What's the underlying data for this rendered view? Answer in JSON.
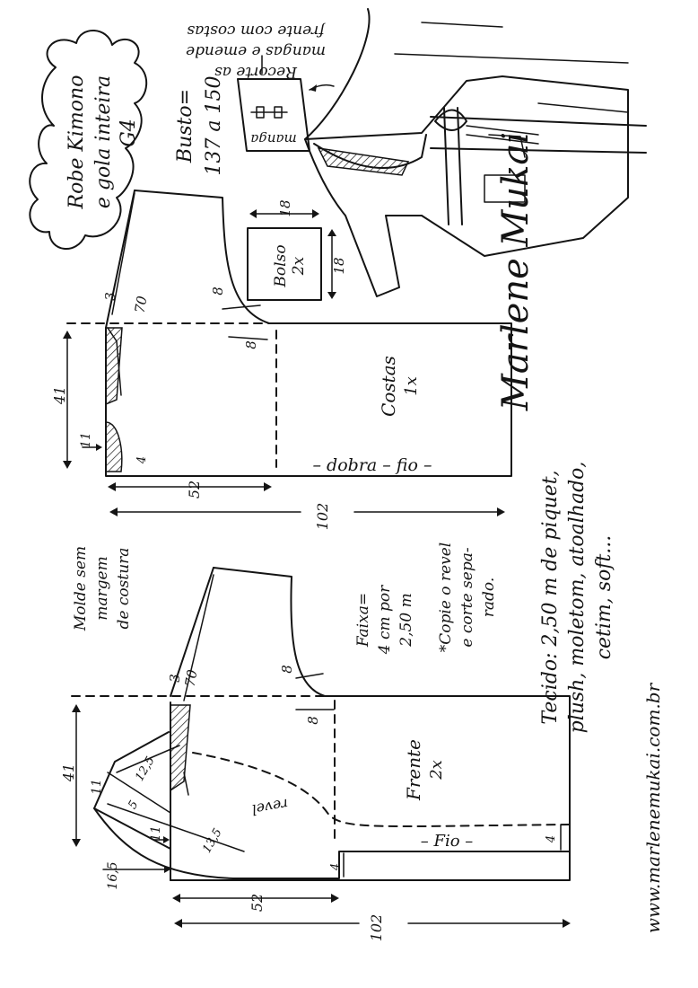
{
  "title": {
    "line1": "Robe Kimono",
    "line2": "e gola inteira",
    "size": "G4"
  },
  "busto": {
    "label": "Busto=",
    "value": "137 a 150"
  },
  "sleeve_note": {
    "line1": "Recorte as",
    "line2": "mangas e emende",
    "line3": "frente com costas",
    "piece_label": "manga"
  },
  "pocket": {
    "name": "Bolso",
    "qty": "2x",
    "width": "18",
    "height": "18"
  },
  "signature": "Marlene Mukai",
  "costas": {
    "name": "Costas",
    "qty": "1x",
    "fold_label": "– dobra – fio –",
    "m_70": "70",
    "m_3": "3",
    "m_8a": "8",
    "m_8b": "8",
    "m_41": "41",
    "m_11": "11",
    "m_4": "4",
    "m_52": "52",
    "m_102": "102"
  },
  "frente": {
    "name": "Frente",
    "qty": "2x",
    "revel_label": "revel",
    "fio_label": "– Fio –",
    "m_70": "70",
    "m_3": "3",
    "m_8a": "8",
    "m_8b": "8",
    "m_41": "41",
    "m_11a": "11",
    "m_11b": "11",
    "m_12_5": "12,5",
    "m_5": "5",
    "m_13_5": "13,5",
    "m_16_5": "16,5",
    "m_52": "52",
    "m_102": "102",
    "m_4a": "4",
    "m_4b": "4"
  },
  "notes": {
    "molde_line1": "Molde sem",
    "molde_line2": "margem",
    "molde_line3": "de costura",
    "faixa_line1": "Faixa=",
    "faixa_line2": "4 cm por",
    "faixa_line3": "2,50 m",
    "copie_line1": "*Copie o revel",
    "copie_line2": "e corte sepa-",
    "copie_line3": "rado."
  },
  "fabric": {
    "line1": "Tecido: 2,50 m de piquet,",
    "line2": "plush, moletom, atoalhado,",
    "line3": "cetim, soft..."
  },
  "website": "www.marlenemukai.com.br"
}
